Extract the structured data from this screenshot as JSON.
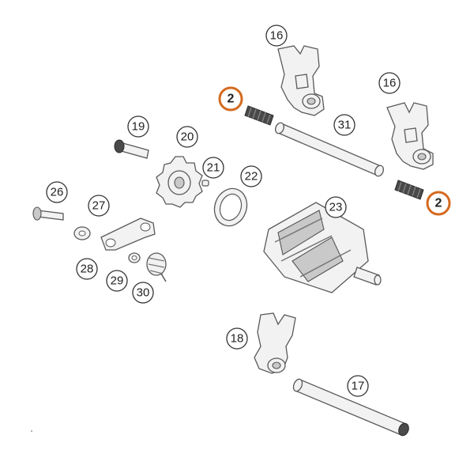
{
  "callouts": [
    {
      "id": "c16a",
      "label": "16",
      "highlight": false
    },
    {
      "id": "c2a",
      "label": "2",
      "highlight": true
    },
    {
      "id": "c16b",
      "label": "16",
      "highlight": false
    },
    {
      "id": "c31",
      "label": "31",
      "highlight": false
    },
    {
      "id": "c19",
      "label": "19",
      "highlight": false
    },
    {
      "id": "c20",
      "label": "20",
      "highlight": false
    },
    {
      "id": "c21",
      "label": "21",
      "highlight": false
    },
    {
      "id": "c22",
      "label": "22",
      "highlight": false
    },
    {
      "id": "c2b",
      "label": "2",
      "highlight": true
    },
    {
      "id": "c26",
      "label": "26",
      "highlight": false
    },
    {
      "id": "c27",
      "label": "27",
      "highlight": false
    },
    {
      "id": "c23",
      "label": "23",
      "highlight": false
    },
    {
      "id": "c28",
      "label": "28",
      "highlight": false
    },
    {
      "id": "c29",
      "label": "29",
      "highlight": false
    },
    {
      "id": "c30",
      "label": "30",
      "highlight": false
    },
    {
      "id": "c18",
      "label": "18",
      "highlight": false
    },
    {
      "id": "c17",
      "label": "17",
      "highlight": false
    }
  ],
  "colors": {
    "highlight": "#d46a1f",
    "outline": "#333333",
    "part_fill": "#f2f2f2",
    "part_stroke": "#5a5a5a"
  },
  "icons": [
    "shift-fork-icon",
    "shift-rod-icon",
    "spring-icon",
    "shift-drum-icon",
    "shift-lever-icon",
    "bolt-icon",
    "washer-icon",
    "ring-icon",
    "star-gear-icon"
  ]
}
